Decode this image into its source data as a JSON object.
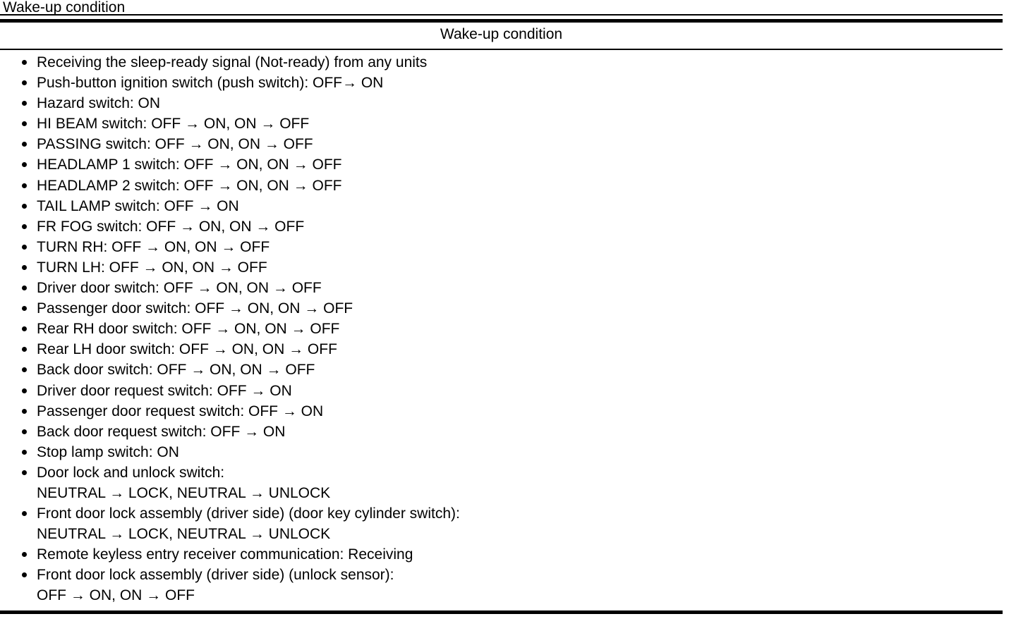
{
  "page": {
    "section_title": "Wake-up condition"
  },
  "table": {
    "header": "Wake-up condition",
    "items": [
      {
        "lines": [
          "Receiving the sleep-ready signal (Not-ready) from any units"
        ]
      },
      {
        "lines": [
          "Push-button ignition switch (push switch): OFF→ ON"
        ]
      },
      {
        "lines": [
          "Hazard switch: ON"
        ]
      },
      {
        "lines": [
          "HI BEAM switch: OFF → ON, ON → OFF"
        ]
      },
      {
        "lines": [
          "PASSING switch: OFF → ON, ON → OFF"
        ]
      },
      {
        "lines": [
          "HEADLAMP 1 switch: OFF → ON, ON → OFF"
        ]
      },
      {
        "lines": [
          "HEADLAMP 2 switch: OFF → ON, ON → OFF"
        ]
      },
      {
        "lines": [
          "TAIL LAMP switch: OFF → ON"
        ]
      },
      {
        "lines": [
          "FR FOG switch: OFF → ON, ON → OFF"
        ]
      },
      {
        "lines": [
          "TURN RH: OFF → ON, ON → OFF"
        ]
      },
      {
        "lines": [
          "TURN LH: OFF → ON, ON → OFF"
        ]
      },
      {
        "lines": [
          "Driver door switch: OFF → ON, ON → OFF"
        ]
      },
      {
        "lines": [
          "Passenger door switch: OFF → ON, ON → OFF"
        ]
      },
      {
        "lines": [
          "Rear RH door switch: OFF → ON, ON → OFF"
        ]
      },
      {
        "lines": [
          "Rear LH door switch: OFF → ON, ON → OFF"
        ]
      },
      {
        "lines": [
          "Back door switch: OFF → ON, ON → OFF"
        ]
      },
      {
        "lines": [
          "Driver door request switch: OFF → ON"
        ]
      },
      {
        "lines": [
          "Passenger door request switch: OFF → ON"
        ]
      },
      {
        "lines": [
          "Back door request switch: OFF → ON"
        ]
      },
      {
        "lines": [
          "Stop lamp switch: ON"
        ]
      },
      {
        "lines": [
          "Door lock and unlock switch:",
          "NEUTRAL → LOCK, NEUTRAL → UNLOCK"
        ]
      },
      {
        "lines": [
          "Front door lock assembly (driver side) (door key cylinder switch):",
          "NEUTRAL → LOCK, NEUTRAL → UNLOCK"
        ]
      },
      {
        "lines": [
          "Remote keyless entry receiver communication: Receiving"
        ]
      },
      {
        "lines": [
          "Front door lock assembly (driver side) (unlock sensor):",
          "OFF → ON, ON → OFF"
        ]
      }
    ]
  },
  "colors": {
    "text": "#000000",
    "rule": "#000000",
    "background": "#ffffff"
  }
}
